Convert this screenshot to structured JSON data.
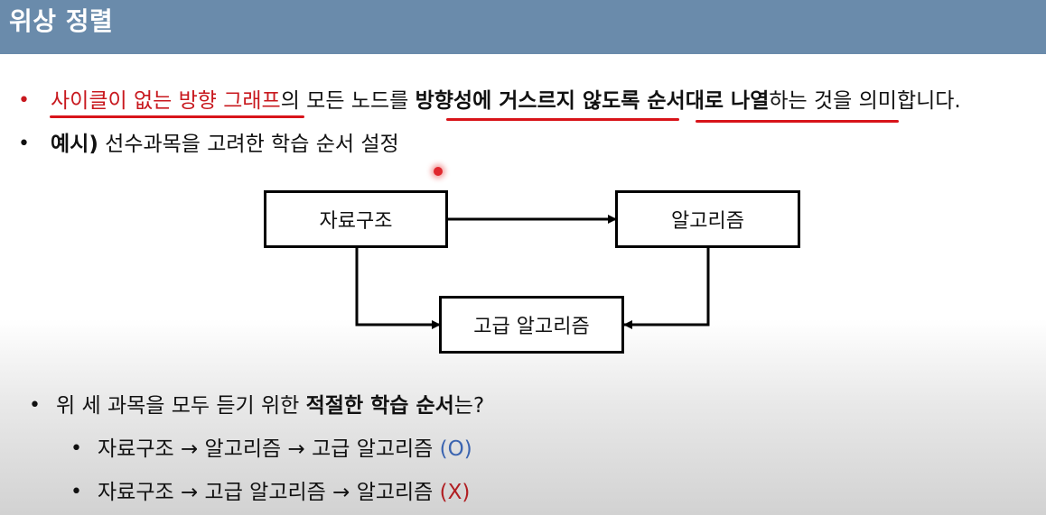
{
  "title": "위상 정렬",
  "bullet1": {
    "part1": "사이클이 없는 방향 그래프",
    "part2": "의 모든 노드를 ",
    "part3": "방향성에 거스르지 않도록 순서대로 나열",
    "part4": "하는 것을 의미합니다."
  },
  "bullet2": {
    "bold": "예시)",
    "rest": " 선수과목을 고려한 학습 순서 설정"
  },
  "graph": {
    "nodes": [
      {
        "id": "ds",
        "label": "자료구조"
      },
      {
        "id": "algo",
        "label": "알고리즘"
      },
      {
        "id": "adv",
        "label": "고급 알고리즘"
      }
    ],
    "edges": [
      {
        "from": "ds",
        "to": "algo"
      },
      {
        "from": "ds",
        "to": "adv"
      },
      {
        "from": "algo",
        "to": "adv"
      }
    ]
  },
  "question": {
    "part1": "위 세 과목을 모두 듣기 위한 ",
    "bold": "적절한 학습 순서",
    "part2": "는?"
  },
  "answers": [
    {
      "text": "자료구조 → 알고리즘 → 고급 알고리즘 ",
      "mark": "(O)",
      "mark_color": "#3b64b0"
    },
    {
      "text": "자료구조 → 고급 알고리즘 → 알고리즘 ",
      "mark": "(X)",
      "mark_color": "#b01e22"
    }
  ],
  "colors": {
    "title_bar": "#6a8bab",
    "underline": "#d8141a",
    "highlight_text": "#c8181e"
  }
}
